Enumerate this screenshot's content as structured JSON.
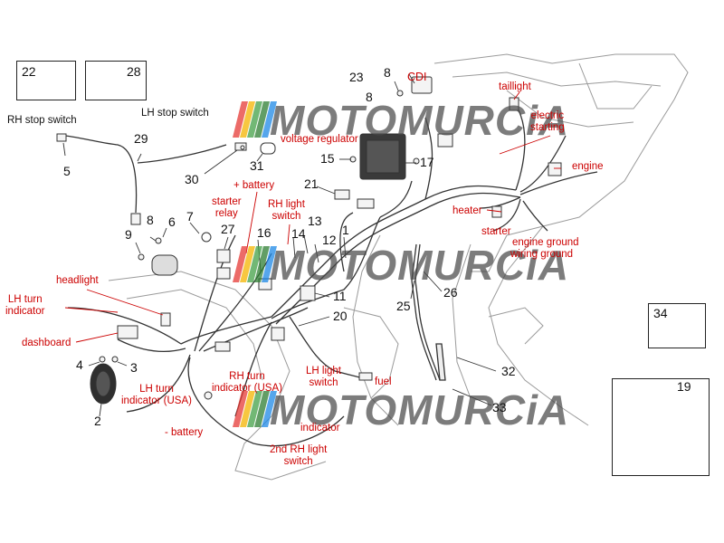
{
  "watermark": {
    "text": "MOTOMURCiA",
    "stripe_colors": [
      "#e53935",
      "#f4b400",
      "#43a047",
      "#2e7d32",
      "#1e88e5"
    ]
  },
  "callouts": {
    "n1": "1",
    "n2": "2",
    "n3": "3",
    "n4": "4",
    "n5": "5",
    "n6": "6",
    "n7": "7",
    "n8a": "8",
    "n8b": "8",
    "n8c": "8",
    "n9": "9",
    "n11": "11",
    "n12": "12",
    "n13": "13",
    "n14": "14",
    "n15": "15",
    "n16": "16",
    "n17": "17",
    "n19": "19",
    "n20": "20",
    "n21": "21",
    "n22": "22",
    "n23": "23",
    "n25": "25",
    "n26": "26",
    "n27": "27",
    "n28": "28",
    "n29": "29",
    "n30": "30",
    "n31": "31",
    "n32": "32",
    "n33": "33",
    "n34": "34"
  },
  "labels": {
    "rh_stop_switch": "RH stop switch",
    "lh_stop_switch": "LH stop switch",
    "cdi": "CDI",
    "voltage_regulator": "voltage regulator",
    "taillight": "taillight",
    "electric_starting": "electric\nstarting",
    "engine": "engine",
    "heater": "heater",
    "starter": "starter",
    "engine_ground": "engine ground",
    "wiring_ground": "wiring ground",
    "plus_battery": "+ battery",
    "starter_relay": "starter\nrelay",
    "rh_light_switch": "RH light\nswitch",
    "headlight": "headlight",
    "lh_turn_indicator": "LH turn\nindicator",
    "dashboard": "dashboard",
    "lh_turn_indicator_usa": "LH turn\nindicator (USA)",
    "rh_turn_indicator_usa": "RH turn\nindicator (USA)",
    "lh_light_switch": "LH light\nswitch",
    "fuel": "fuel",
    "indicator": "indicator",
    "minus_battery": "- battery",
    "second_rh_light_switch": "2nd RH light\nswitch"
  }
}
